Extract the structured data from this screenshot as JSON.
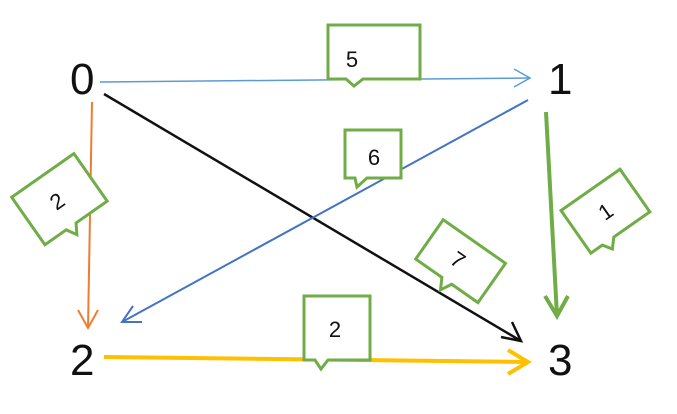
{
  "graph": {
    "nodes": [
      {
        "id": "0",
        "label": "0"
      },
      {
        "id": "1",
        "label": "1"
      },
      {
        "id": "2",
        "label": "2"
      },
      {
        "id": "3",
        "label": "3"
      }
    ],
    "edges": [
      {
        "from": "0",
        "to": "1",
        "weight": "5",
        "color": "#5b9bd5"
      },
      {
        "from": "0",
        "to": "2",
        "weight": "2",
        "color": "#ed7d31"
      },
      {
        "from": "0",
        "to": "3",
        "weight": "7",
        "color": "#111111"
      },
      {
        "from": "1",
        "to": "2",
        "weight": "6",
        "color": "#4472c4"
      },
      {
        "from": "1",
        "to": "3",
        "weight": "1",
        "color": "#70ad47"
      },
      {
        "from": "2",
        "to": "3",
        "weight": "2",
        "color": "#ffc000"
      }
    ],
    "callout_color": "#70ad47"
  }
}
